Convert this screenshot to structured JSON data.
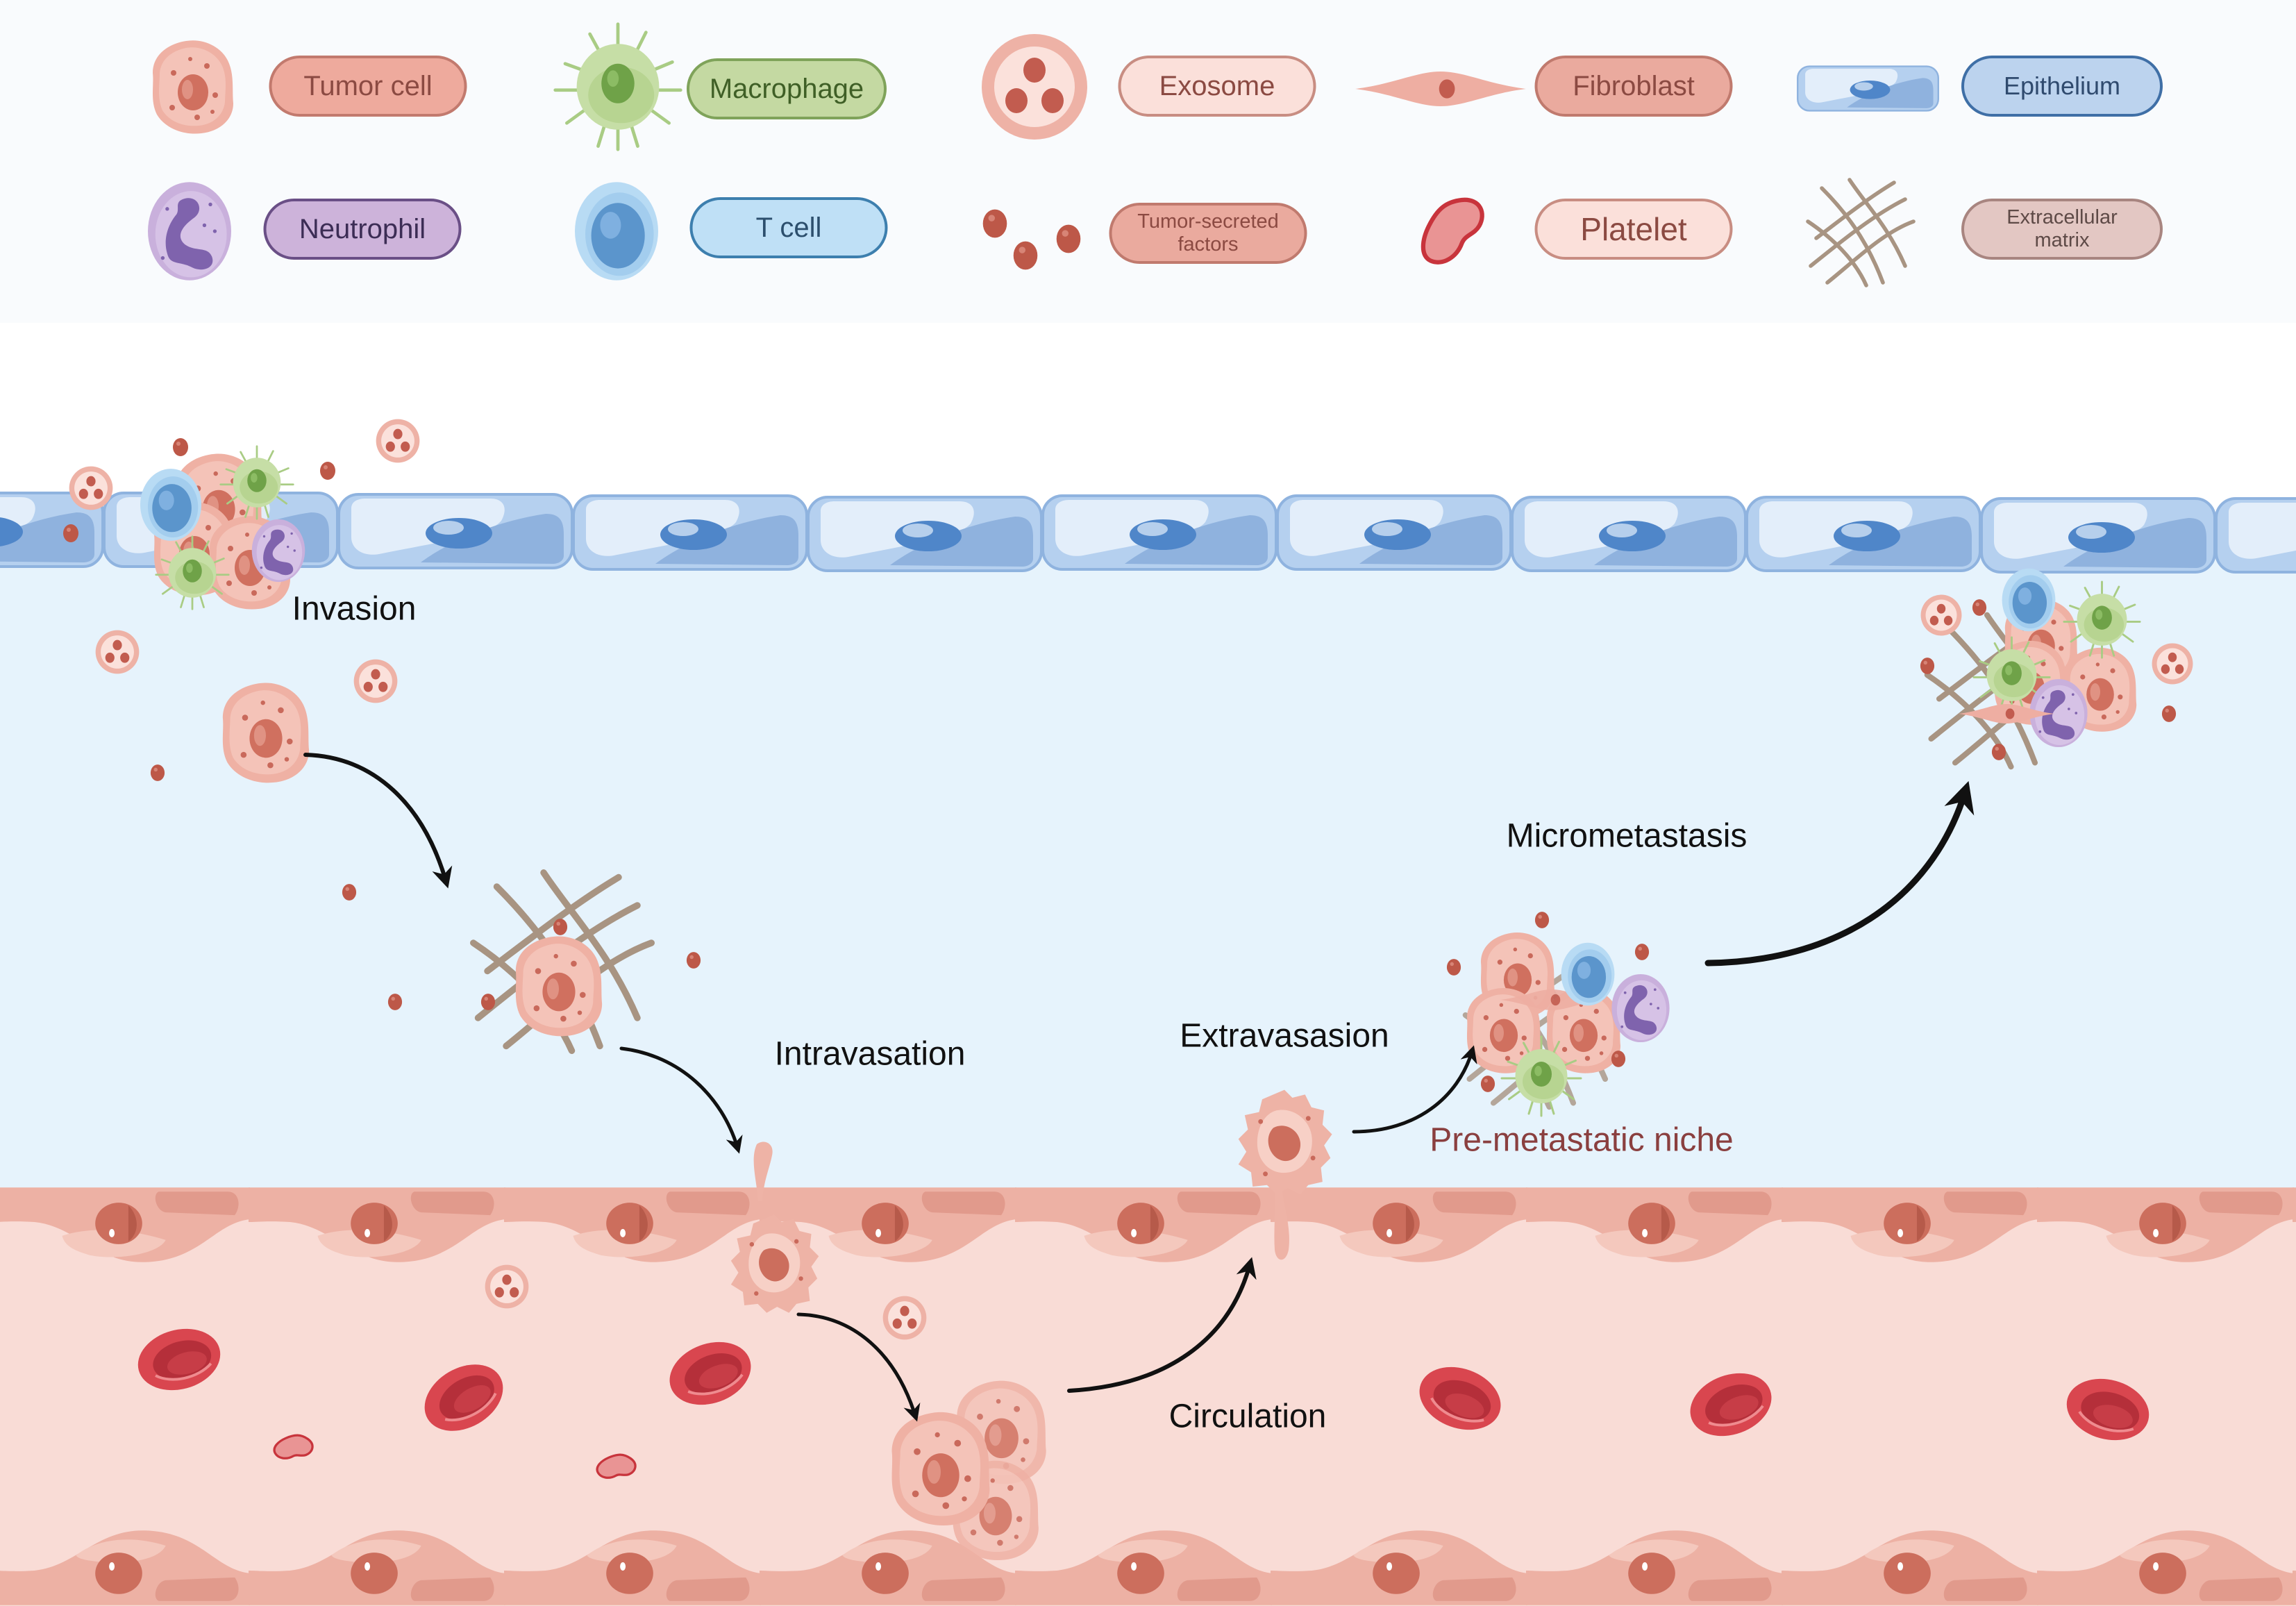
{
  "figure": {
    "type": "biological-process-diagram",
    "subject": "Tumor metastasis cascade"
  },
  "legend": {
    "items": [
      {
        "id": "tumor-cell",
        "label": "Tumor cell",
        "icon": "tumor-cell-icon",
        "fill": "#eeaa9d",
        "border": "#c27a6e",
        "text": "#8b4a42"
      },
      {
        "id": "macrophage",
        "label": "Macrophage",
        "icon": "macrophage-icon",
        "fill": "#c4d9a2",
        "border": "#7fa35a",
        "text": "#3f5f26"
      },
      {
        "id": "exosome",
        "label": "Exosome",
        "icon": "exosome-icon",
        "fill": "#fbe0da",
        "border": "#c88d82",
        "text": "#8b4a42"
      },
      {
        "id": "fibroblast",
        "label": "Fibroblast",
        "icon": "fibroblast-icon",
        "fill": "#eaaa9e",
        "border": "#c07a6e",
        "text": "#8b4a42"
      },
      {
        "id": "epithelium",
        "label": "Epithelium",
        "icon": "epithelium-icon",
        "fill": "#bcd3ee",
        "border": "#3f6fa6",
        "text": "#2f4a6e"
      },
      {
        "id": "neutrophil",
        "label": "Neutrophil",
        "icon": "neutrophil-icon",
        "fill": "#cdb3da",
        "border": "#6a4f86",
        "text": "#3c2d55"
      },
      {
        "id": "t-cell",
        "label": "T cell",
        "icon": "t-cell-icon",
        "fill": "#bfe0f6",
        "border": "#3d7fae",
        "text": "#2c4f6d"
      },
      {
        "id": "tumor-secreted-factors",
        "label_lines": [
          "Tumor-secreted",
          "factors"
        ],
        "icon": "secreted-factors-icon",
        "fill": "#eaaa9e",
        "border": "#c07a6e",
        "text": "#8b4a42"
      },
      {
        "id": "platelet",
        "label": "Platelet",
        "icon": "platelet-icon",
        "fill": "#fbe0da",
        "border": "#c88d82",
        "text": "#8b4a42"
      },
      {
        "id": "extracellular-matrix",
        "label_lines": [
          "Extracellular",
          "matrix"
        ],
        "icon": "ecm-icon",
        "fill": "#e3c7c3",
        "border": "#a88580",
        "text": "#5e4a47"
      }
    ]
  },
  "steps": {
    "invasion": "Invasion",
    "intravasation": "Intravasation",
    "extravasation": "Extravasasion",
    "micrometastasis": "Micrometastasis",
    "pre_metastatic_niche": "Pre-metastatic niche",
    "circulation": "Circulation"
  },
  "colors": {
    "legend_background": "#f9fbfd",
    "tissue_background": "#e6f3fc",
    "blood_background": "#f9dcd6",
    "epithelium": "#a9c8ea",
    "endothelium": "#edb2a5",
    "red_blood_cell": "#d9484f",
    "arrow": "#111111",
    "niche_label": "#8a3f3f"
  }
}
